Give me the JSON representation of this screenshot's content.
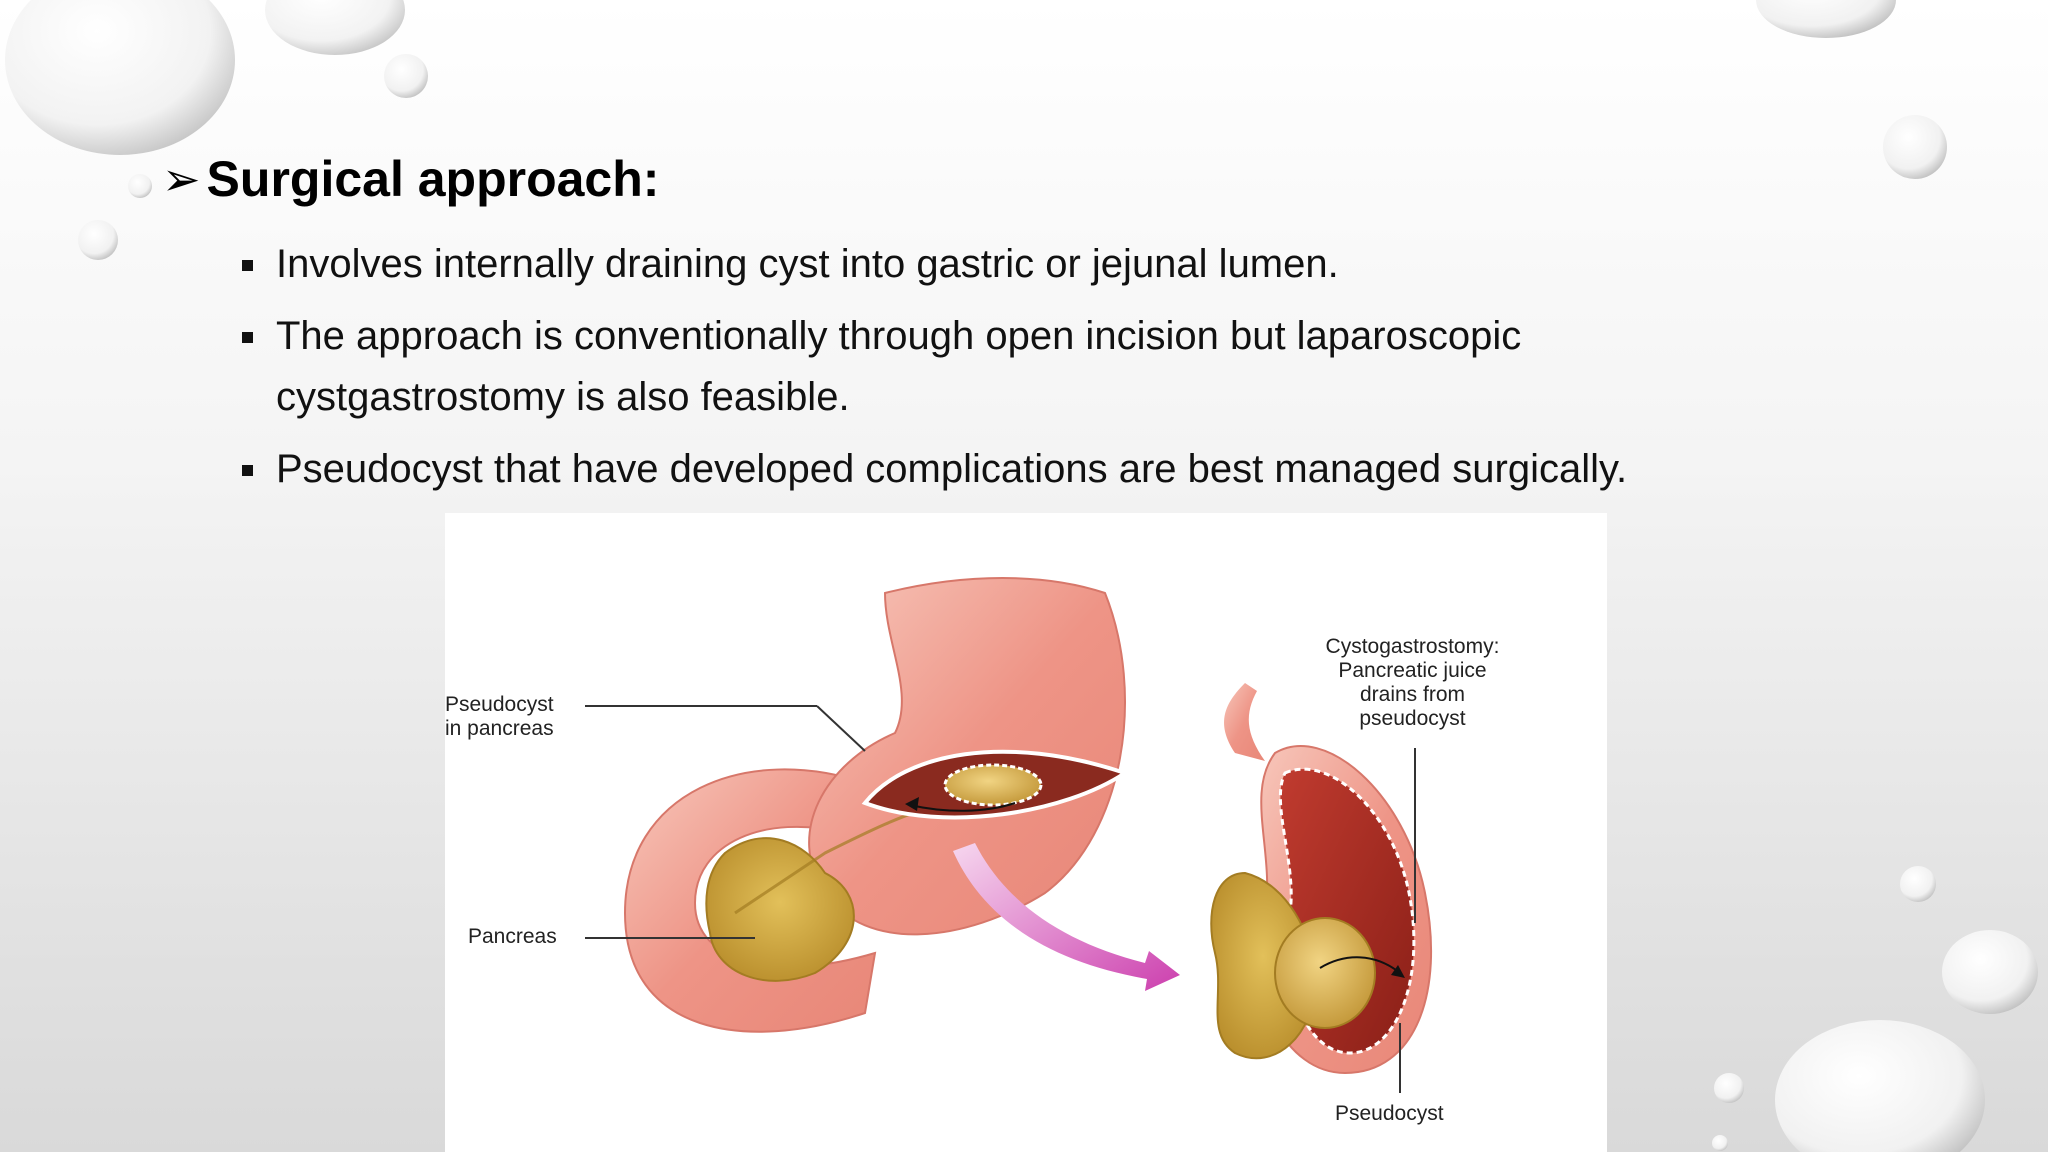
{
  "slide": {
    "heading": "Surgical approach:",
    "bullets": [
      "Involves internally draining cyst into gastric or jejunal lumen.",
      "The approach is conventionally through open incision but laparoscopic cystgastrostomy is also feasible.",
      "Pseudocyst that have developed complications are best managed surgically."
    ]
  },
  "figure": {
    "labels": {
      "pseudocyst_in_pancreas_line1": "Pseudocyst",
      "pseudocyst_in_pancreas_line2": "in pancreas",
      "pancreas": "Pancreas",
      "cysto_line1": "Cystogastrostomy:",
      "cysto_line2": "Pancreatic juice",
      "cysto_line3": "drains from",
      "cysto_line4": "pseudocyst",
      "pseudocyst": "Pseudocyst"
    }
  }
}
